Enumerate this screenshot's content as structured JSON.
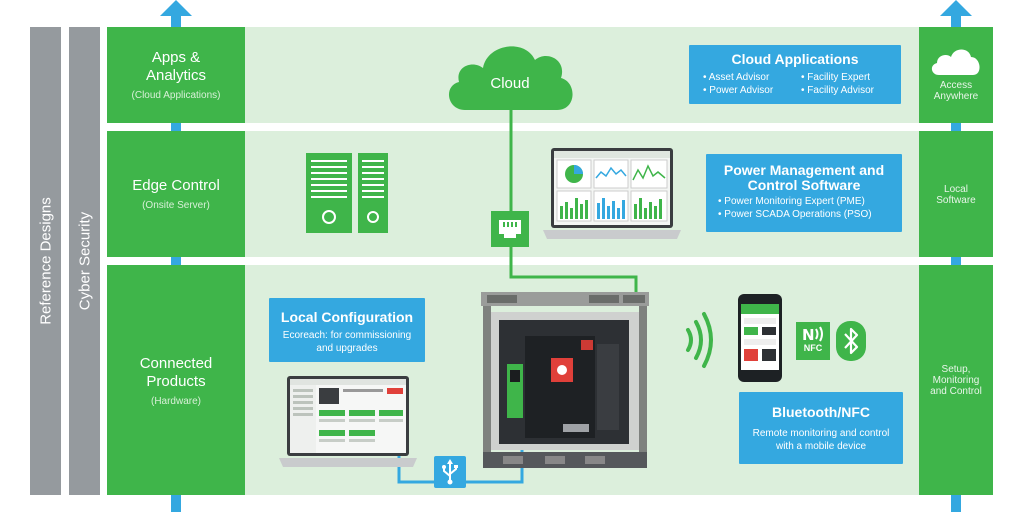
{
  "side": {
    "reference": "Reference Designs",
    "cyber": "Cyber Security"
  },
  "layers": [
    {
      "title_lines": [
        "Apps &",
        "Analytics"
      ],
      "sub": "(Cloud Applications)",
      "right": [
        "Access",
        "Anywhere"
      ]
    },
    {
      "title_lines": [
        "Edge Control"
      ],
      "sub": "(Onsite Server)",
      "right": [
        "Local",
        "Software"
      ]
    },
    {
      "title_lines": [
        "Connected",
        "Products"
      ],
      "sub": "(Hardware)",
      "right": [
        "Setup,",
        "Monitoring",
        "and Control"
      ]
    }
  ],
  "cloud": {
    "label": "Cloud"
  },
  "cloud_apps": {
    "title": "Cloud Applications",
    "items": [
      "Asset Advisor",
      "Facility Expert",
      "Power Advisor",
      "Facility Advisor"
    ]
  },
  "pms": {
    "title_lines": [
      "Power Management and",
      "Control Software"
    ],
    "items": [
      "Power Monitoring Expert (PME)",
      "Power SCADA Operations (PSO)"
    ]
  },
  "local_config": {
    "title": "Local Configuration",
    "desc_lines": [
      "Ecoreach: for commissioning",
      "and upgrades"
    ]
  },
  "bt": {
    "title": "Bluetooth/NFC",
    "desc_lines": [
      "Remote monitoring and control",
      "with a mobile device"
    ]
  },
  "nfc_label": "NFC",
  "colors": {
    "green": "#3fb54a",
    "light_green": "#dcefdc",
    "blue": "#34a8e0",
    "grey": "#959a9e"
  }
}
